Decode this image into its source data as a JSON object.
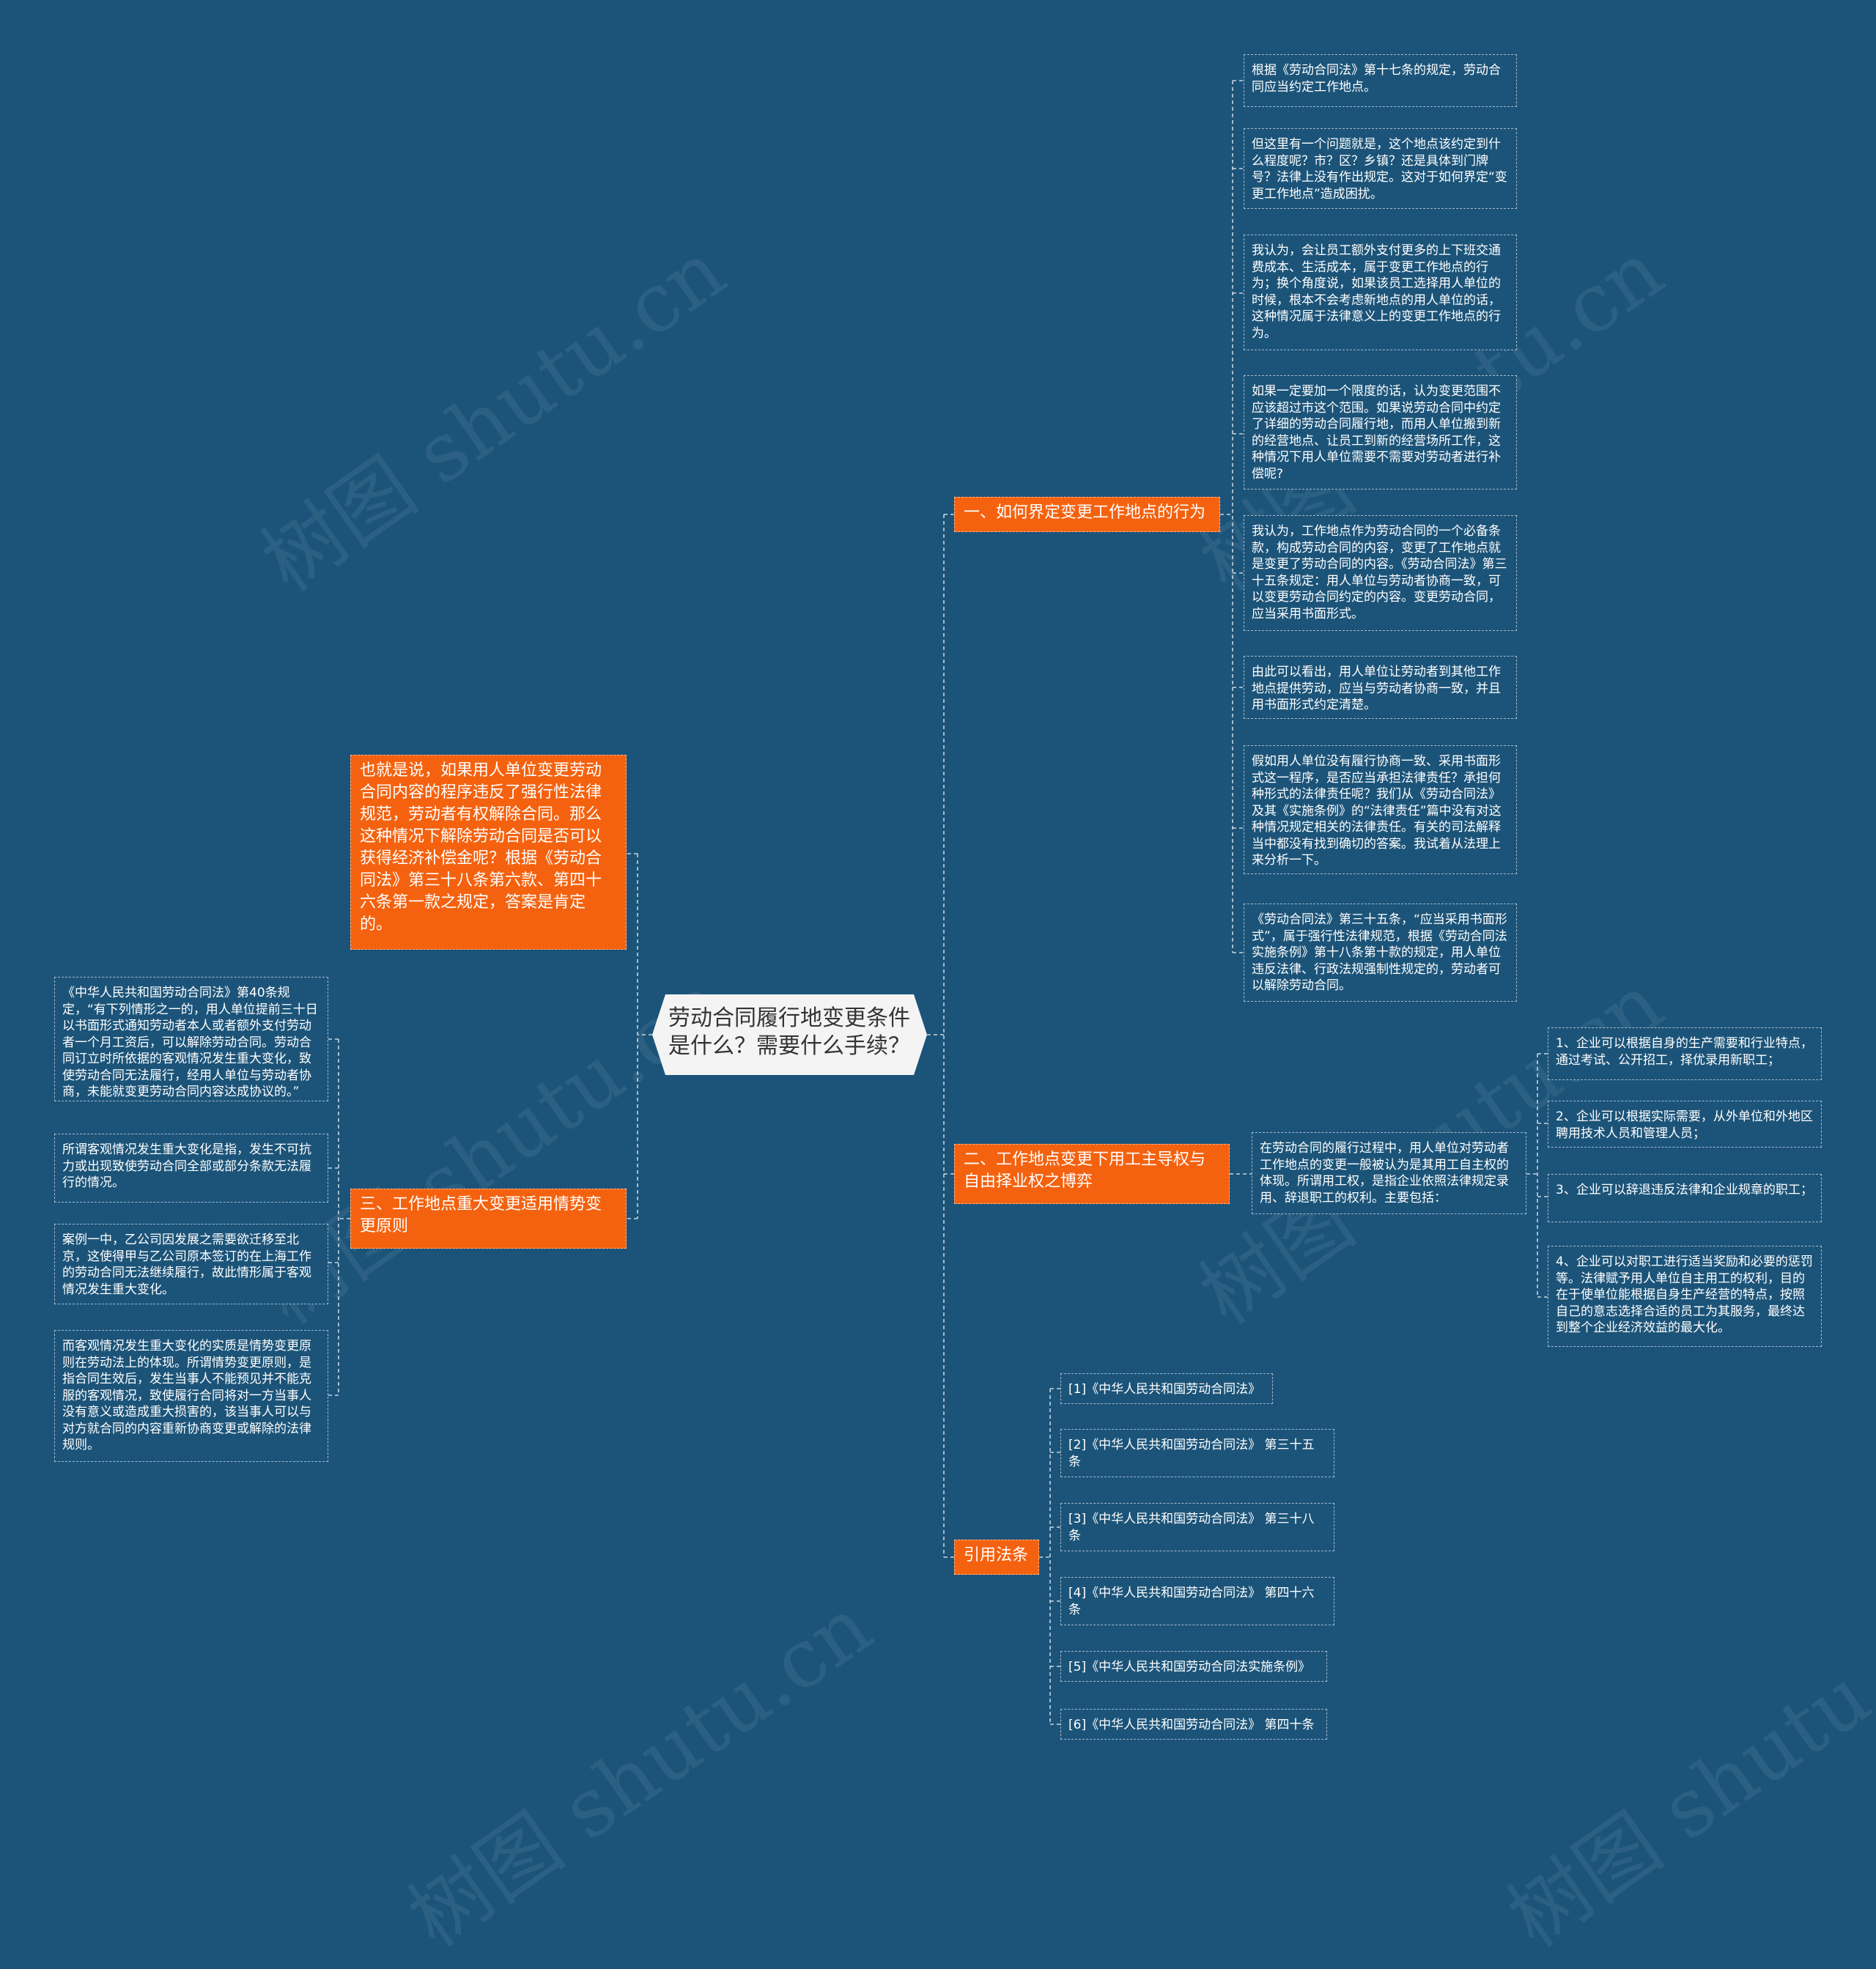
{
  "root": {
    "title": "劳动合同履行地变更条件是什么？需要什么手续？"
  },
  "branches": {
    "b1": "一、如何界定变更工作地点的行为",
    "b2": "二、工作地点变更下用工主导权与自由择业权之博弈",
    "b3": "三、工作地点重大变更适用情势变更原则",
    "b4": "引用法条",
    "lt": "也就是说，如果用人单位变更劳动合同内容的程序违反了强行性法律规范，劳动者有权解除合同。那么这种情况下解除劳动合同是否可以获得经济补偿金呢？根据《劳动合同法》第三十八条第六款、第四十六条第一款之规定，答案是肯定的。"
  },
  "b1_leaves": [
    "根据《劳动合同法》第十七条的规定，劳动合同应当约定工作地点。",
    "但这里有一个问题就是，这个地点该约定到什么程度呢？市？区？乡镇？还是具体到门牌号？法律上没有作出规定。这对于如何界定“变更工作地点”造成困扰。",
    "我认为，会让员工额外支付更多的上下班交通费成本、生活成本，属于变更工作地点的行为；换个角度说，如果该员工选择用人单位的时候，根本不会考虑新地点的用人单位的话，这种情况属于法律意义上的变更工作地点的行为。",
    "如果一定要加一个限度的话，认为变更范围不应该超过市这个范围。如果说劳动合同中约定了详细的劳动合同履行地，而用人单位搬到新的经营地点、让员工到新的经营场所工作，这种情况下用人单位需要不需要对劳动者进行补偿呢?",
    "我认为，工作地点作为劳动合同的一个必备条款，构成劳动合同的内容，变更了工作地点就是变更了劳动合同的内容。《劳动合同法》第三十五条规定：用人单位与劳动者协商一致，可以变更劳动合同约定的内容。变更劳动合同，应当采用书面形式。",
    "由此可以看出，用人单位让劳动者到其他工作地点提供劳动，应当与劳动者协商一致，并且用书面形式约定清楚。",
    "假如用人单位没有履行协商一致、采用书面形式这一程序，是否应当承担法律责任？承担何种形式的法律责任呢？我们从《劳动合同法》及其《实施条例》的“法律责任”篇中没有对这种情况规定相关的法律责任。有关的司法解释当中都没有找到确切的答案。我试着从法理上来分析一下。",
    "《劳动合同法》第三十五条，“应当采用书面形式”，属于强行性法律规范，根据《劳动合同法实施条例》第十八条第十款的规定，用人单位违反法律、行政法规强制性规定的，劳动者可以解除劳动合同。"
  ],
  "b2_mid": "在劳动合同的履行过程中，用人单位对劳动者工作地点的变更一般被认为是其用工自主权的体现。所谓用工权，是指企业依照法律规定录用、辞退职工的权利。主要包括：",
  "b2_leaves": [
    "1、企业可以根据自身的生产需要和行业特点，通过考试、公开招工，择优录用新职工；",
    "2、企业可以根据实际需要，从外单位和外地区聘用技术人员和管理人员；",
    "3、企业可以辞退违反法律和企业规章的职工；",
    "4、企业可以对职工进行适当奖励和必要的惩罚等。法律赋予用人单位自主用工的权利，目的在于使单位能根据自身生产经营的特点，按照自己的意志选择合适的员工为其服务，最终达到整个企业经济效益的最大化。"
  ],
  "b3_leaves": [
    "《中华人民共和国劳动合同法》第40条规定，“有下列情形之一的，用人单位提前三十日以书面形式通知劳动者本人或者额外支付劳动者一个月工资后，可以解除劳动合同。劳动合同订立时所依据的客观情况发生重大变化，致使劳动合同无法履行，经用人单位与劳动者协商，未能就变更劳动合同内容达成协议的。”",
    "所谓客观情况发生重大变化是指，发生不可抗力或出现致使劳动合同全部或部分条款无法履行的情况。",
    "案例一中，乙公司因发展之需要欲迁移至北京，这使得甲与乙公司原本签订的在上海工作的劳动合同无法继续履行，故此情形属于客观情况发生重大变化。",
    "而客观情况发生重大变化的实质是情势变更原则在劳动法上的体现。所谓情势变更原则，是指合同生效后，发生当事人不能预见并不能克服的客观情况，致使履行合同将对一方当事人没有意义或造成重大损害的，该当事人可以与对方就合同的内容重新协商变更或解除的法律规则。"
  ],
  "b4_leaves": [
    "[1]《中华人民共和国劳动合同法》",
    "[2]《中华人民共和国劳动合同法》 第三十五条",
    "[3]《中华人民共和国劳动合同法》 第三十八条",
    "[4]《中华人民共和国劳动合同法》 第四十六条",
    "[5]《中华人民共和国劳动合同法实施条例》",
    "[6]《中华人民共和国劳动合同法》 第四十条"
  ],
  "watermark": "树图 shutu.cn",
  "colors": {
    "background": "#1c5479",
    "branch": "#f5620f",
    "root": "#f4f4f4",
    "line": "#ffffff"
  }
}
